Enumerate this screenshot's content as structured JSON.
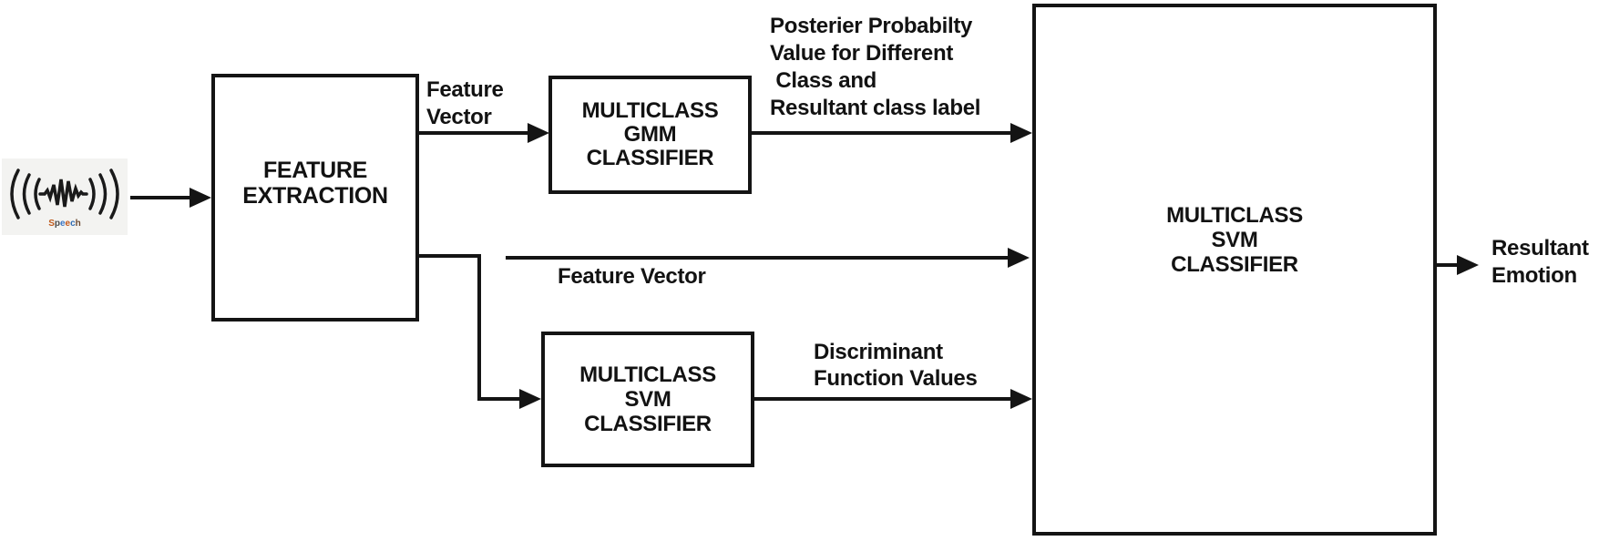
{
  "palette": {
    "line_color": "#141414",
    "text_color": "#121212",
    "background": "#ffffff",
    "speech_icon_background": "#f3f3f1"
  },
  "speech_input": {
    "word": "Speech",
    "letters": [
      {
        "ch": "S",
        "color": "#bf5b1d"
      },
      {
        "ch": "p",
        "color": "#4a4a4a"
      },
      {
        "ch": "e",
        "color": "#3a76c4"
      },
      {
        "ch": "e",
        "color": "#c2571a"
      },
      {
        "ch": "c",
        "color": "#2f6cb3"
      },
      {
        "ch": "h",
        "color": "#6b4a32"
      }
    ]
  },
  "boxes": {
    "feature_extraction": "FEATURE\nEXTRACTION",
    "gmm_classifier": "MULTICLASS\nGMM\nCLASSIFIER",
    "svm_classifier_small": "MULTICLASS\nSVM\nCLASSIFIER",
    "svm_classifier_main": "MULTICLASS\nSVM\nCLASSIFIER"
  },
  "labels": {
    "feature_vector_top": "Feature\nVector",
    "posterior_probability": "Posterier Probabilty\nValue for Different\n Class and\nResultant class label",
    "feature_vector_mid": "Feature Vector",
    "discriminant": "Discriminant\nFunction Values",
    "resultant_emotion": "Resultant\nEmotion"
  }
}
